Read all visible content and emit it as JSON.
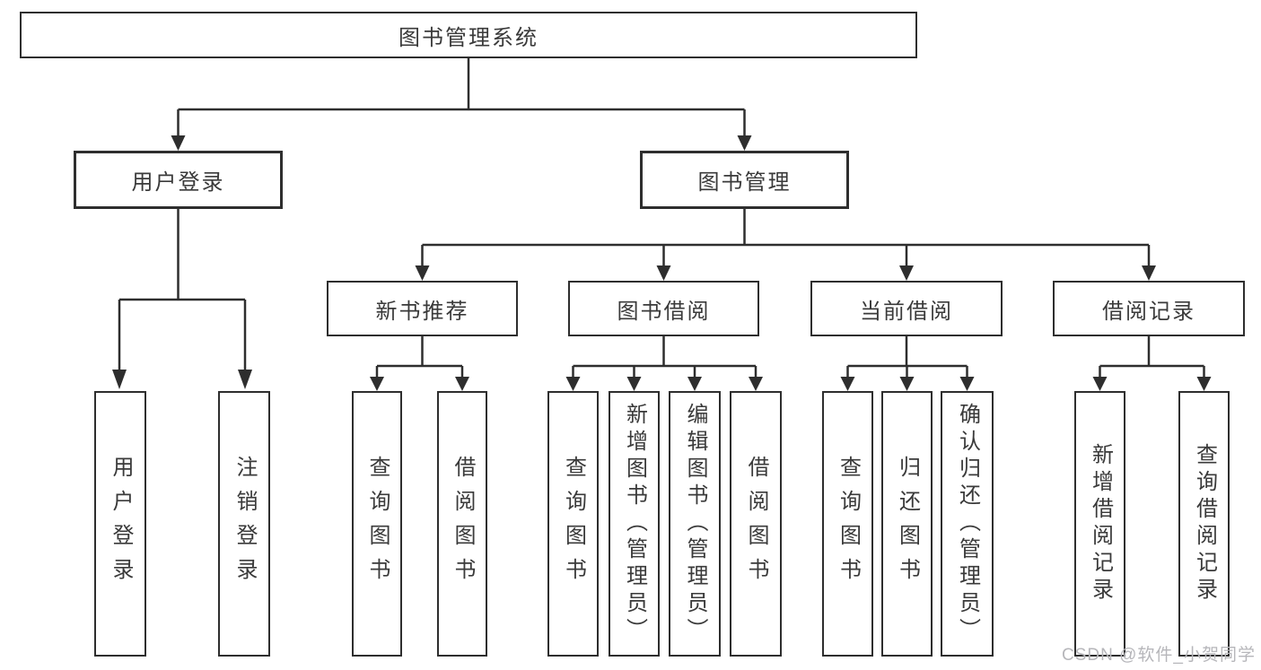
{
  "colors": {
    "line": "#2e2e2e",
    "text": "#3a3a3a",
    "watermark": "#b6b6ba",
    "background": "#ffffff"
  },
  "tree": {
    "root": "图书管理系统",
    "branches": [
      {
        "label": "用户登录",
        "children": [
          "用户登录",
          "注销登录"
        ]
      },
      {
        "label": "图书管理",
        "groups": [
          {
            "label": "新书推荐",
            "children": [
              "查询图书",
              "借阅图书"
            ]
          },
          {
            "label": "图书借阅",
            "children": [
              "查询图书",
              "新增图书（管理员）",
              "编辑图书（管理员）",
              "借阅图书"
            ]
          },
          {
            "label": "当前借阅",
            "children": [
              "查询图书",
              "归还图书",
              "确认归还（管理员）"
            ]
          },
          {
            "label": "借阅记录",
            "children": [
              "新增借阅记录",
              "查询借阅记录"
            ]
          }
        ]
      }
    ]
  },
  "watermark": "CSDN @软件_小贺同学"
}
